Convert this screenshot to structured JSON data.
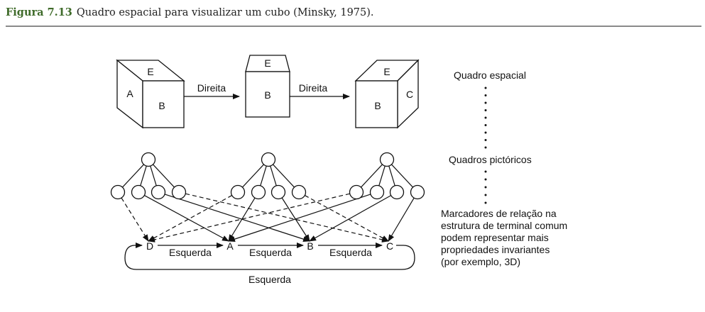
{
  "caption": {
    "label": "Figura 7.13",
    "text": "Quadro espacial para visualizar um cubo (Minsky, 1975)."
  },
  "cubes": {
    "left": {
      "top": "E",
      "side": "A",
      "front": "B"
    },
    "middle": {
      "top": "E",
      "front": "B"
    },
    "right": {
      "top": "E",
      "front": "B",
      "side": "C"
    }
  },
  "arrows": {
    "first": "Direita",
    "second": "Direita"
  },
  "terminals": [
    "D",
    "A",
    "B",
    "C"
  ],
  "relations": [
    "Esquerda",
    "Esquerda",
    "Esquerda"
  ],
  "bottom_relation": "Esquerda",
  "side": {
    "spatial_frame": "Quadro espacial",
    "picture_frames": "Quadros pictóricos",
    "note_lines": [
      "Marcadores de relação na",
      "estrutura de terminal comum",
      "podem representar mais",
      "propriedades invariantes",
      "(por exemplo, 3D)"
    ]
  }
}
